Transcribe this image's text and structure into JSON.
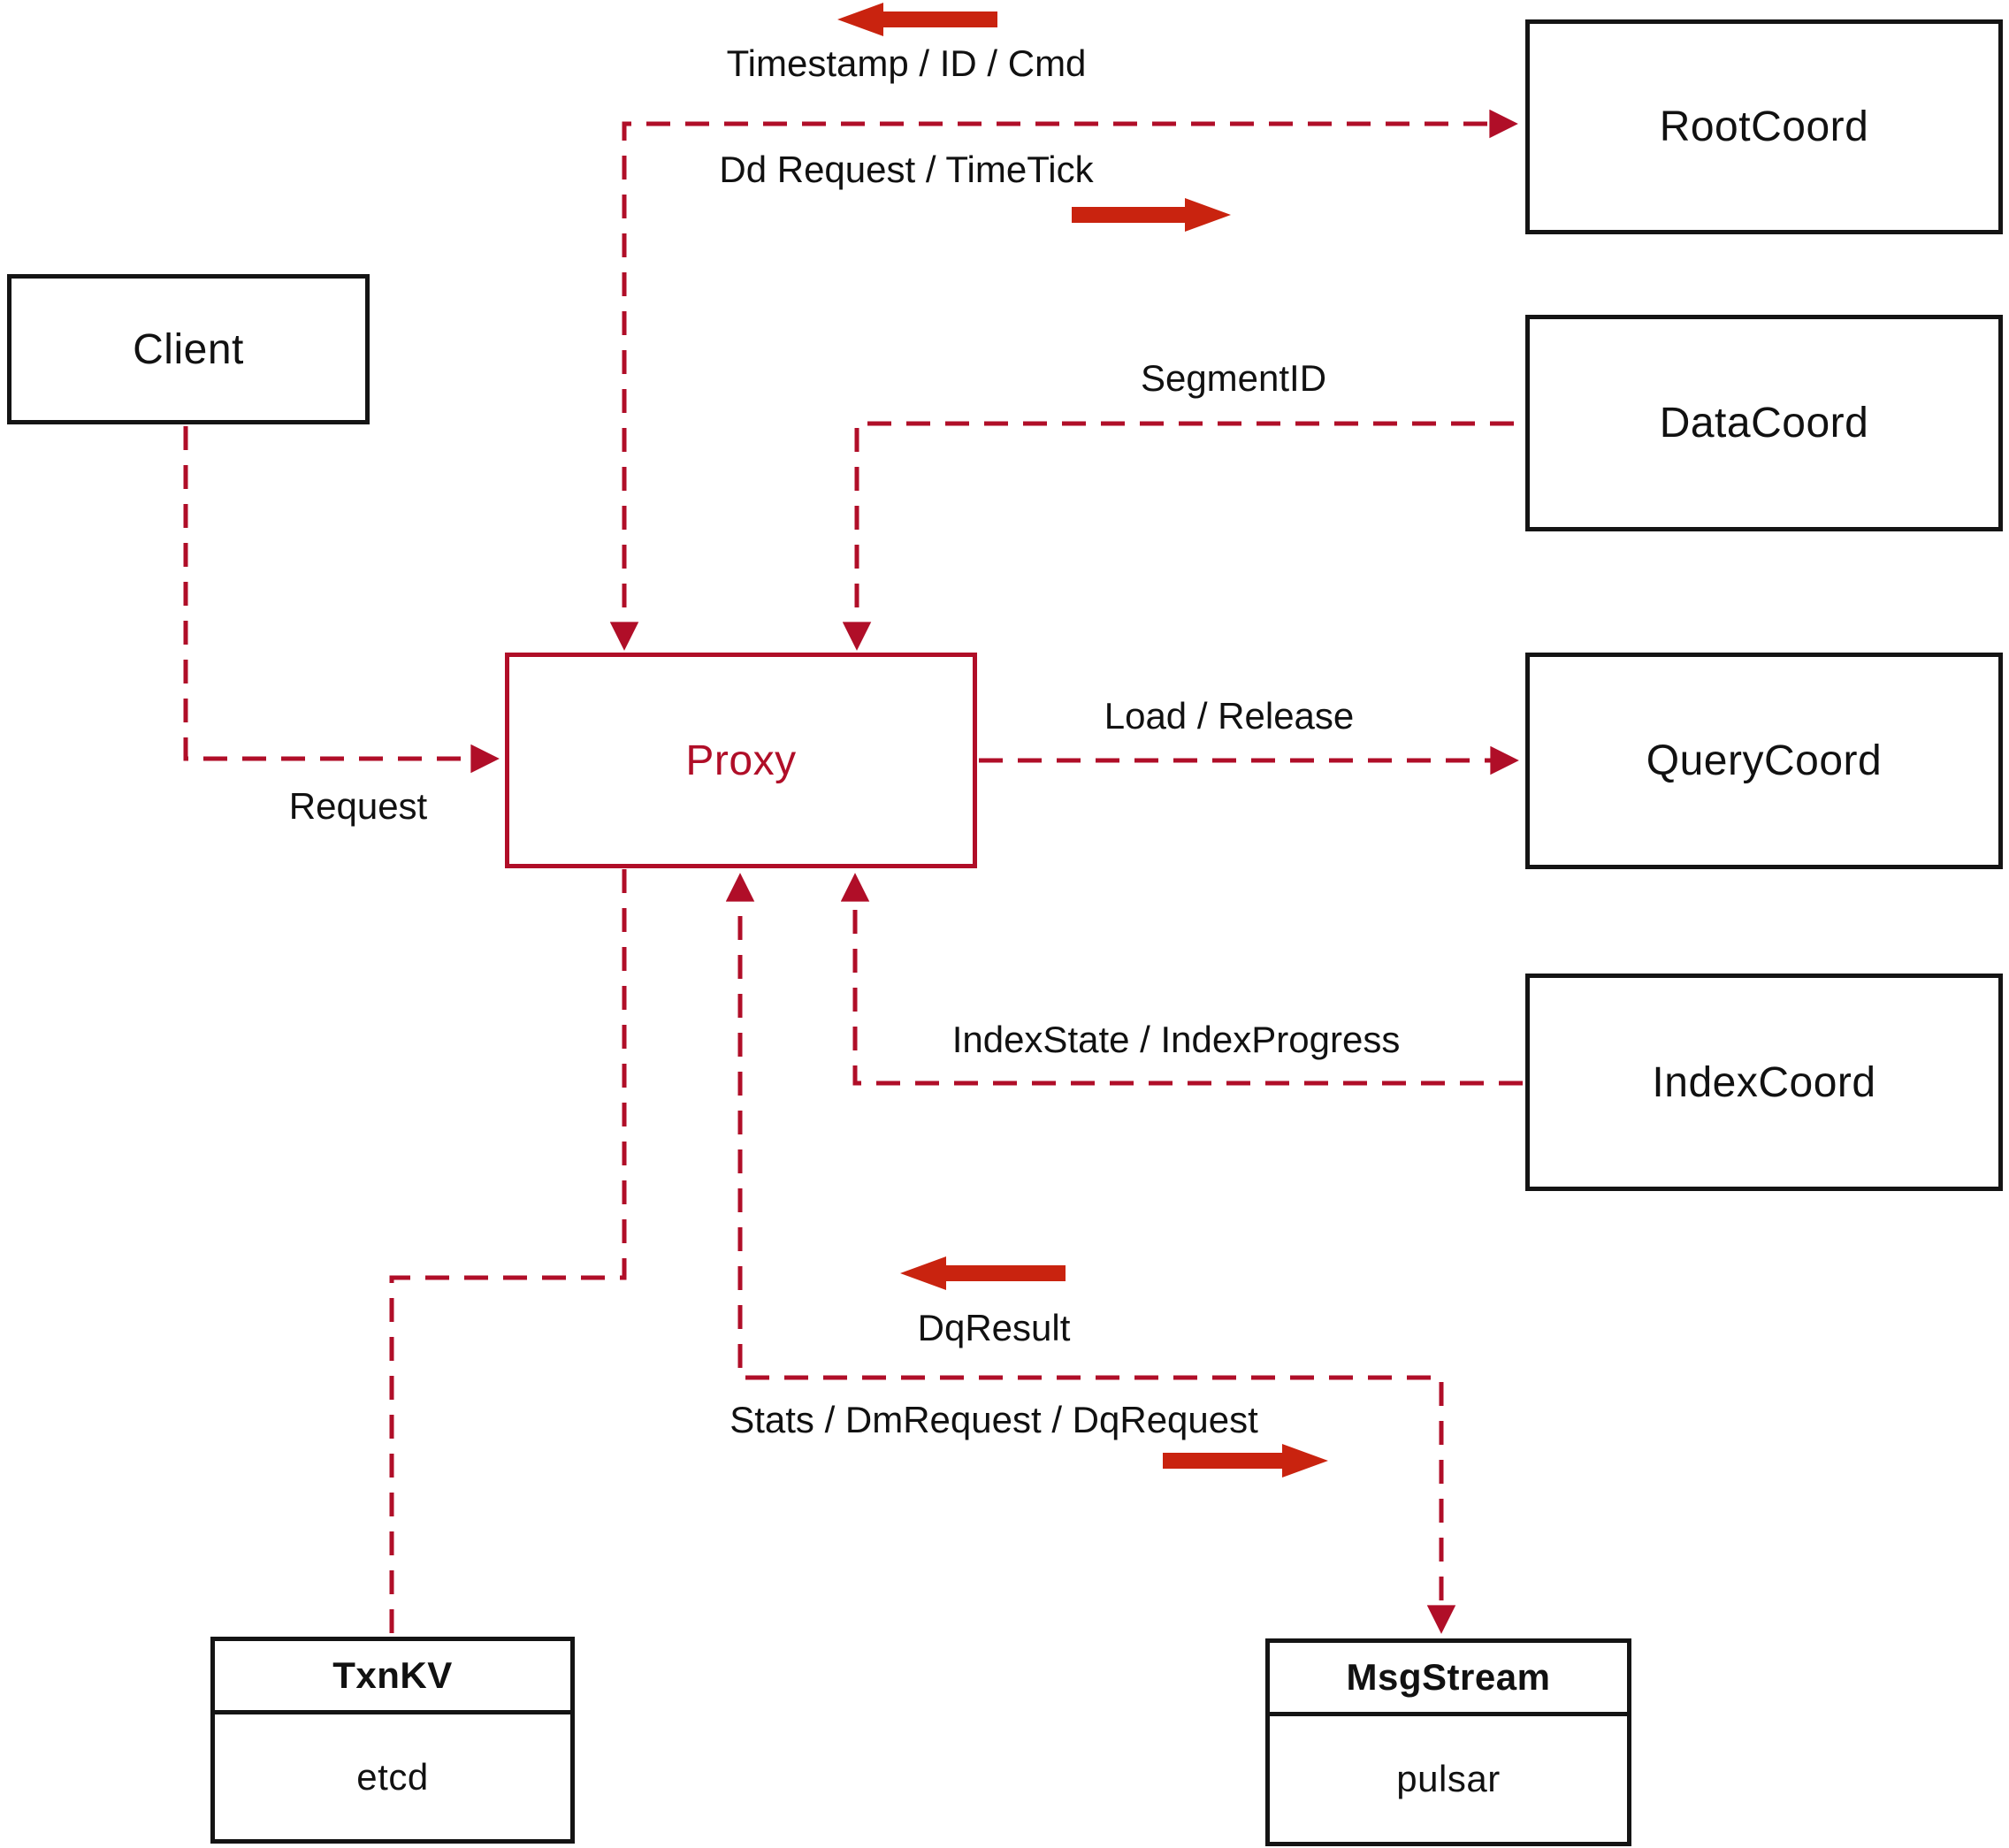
{
  "diagram": {
    "nodes": {
      "client": {
        "label": "Client"
      },
      "rootcoord": {
        "label": "RootCoord"
      },
      "datacoord": {
        "label": "DataCoord"
      },
      "querycoord": {
        "label": "QueryCoord"
      },
      "indexcoord": {
        "label": "IndexCoord"
      },
      "proxy": {
        "label": "Proxy"
      },
      "txnkv": {
        "title": "TxnKV",
        "subtitle": "etcd"
      },
      "msgstream": {
        "title": "MsgStream",
        "subtitle": "pulsar"
      }
    },
    "edge_labels": {
      "timestamp_id_cmd": "Timestamp / ID / Cmd",
      "dd_request_timetick": "Dd Request / TimeTick",
      "segment_id": "SegmentID",
      "request": "Request",
      "load_release": "Load / Release",
      "index_state_progress": "IndexState / IndexProgress",
      "dq_result": "DqResult",
      "stats_dm_dq": "Stats / DmRequest / DqRequest"
    },
    "colors": {
      "dashed_line_red": "#b00e28",
      "direction_arrow_red": "#c9230f",
      "box_border_black": "#141414",
      "text_black": "#111111",
      "background": "#ffffff"
    }
  }
}
